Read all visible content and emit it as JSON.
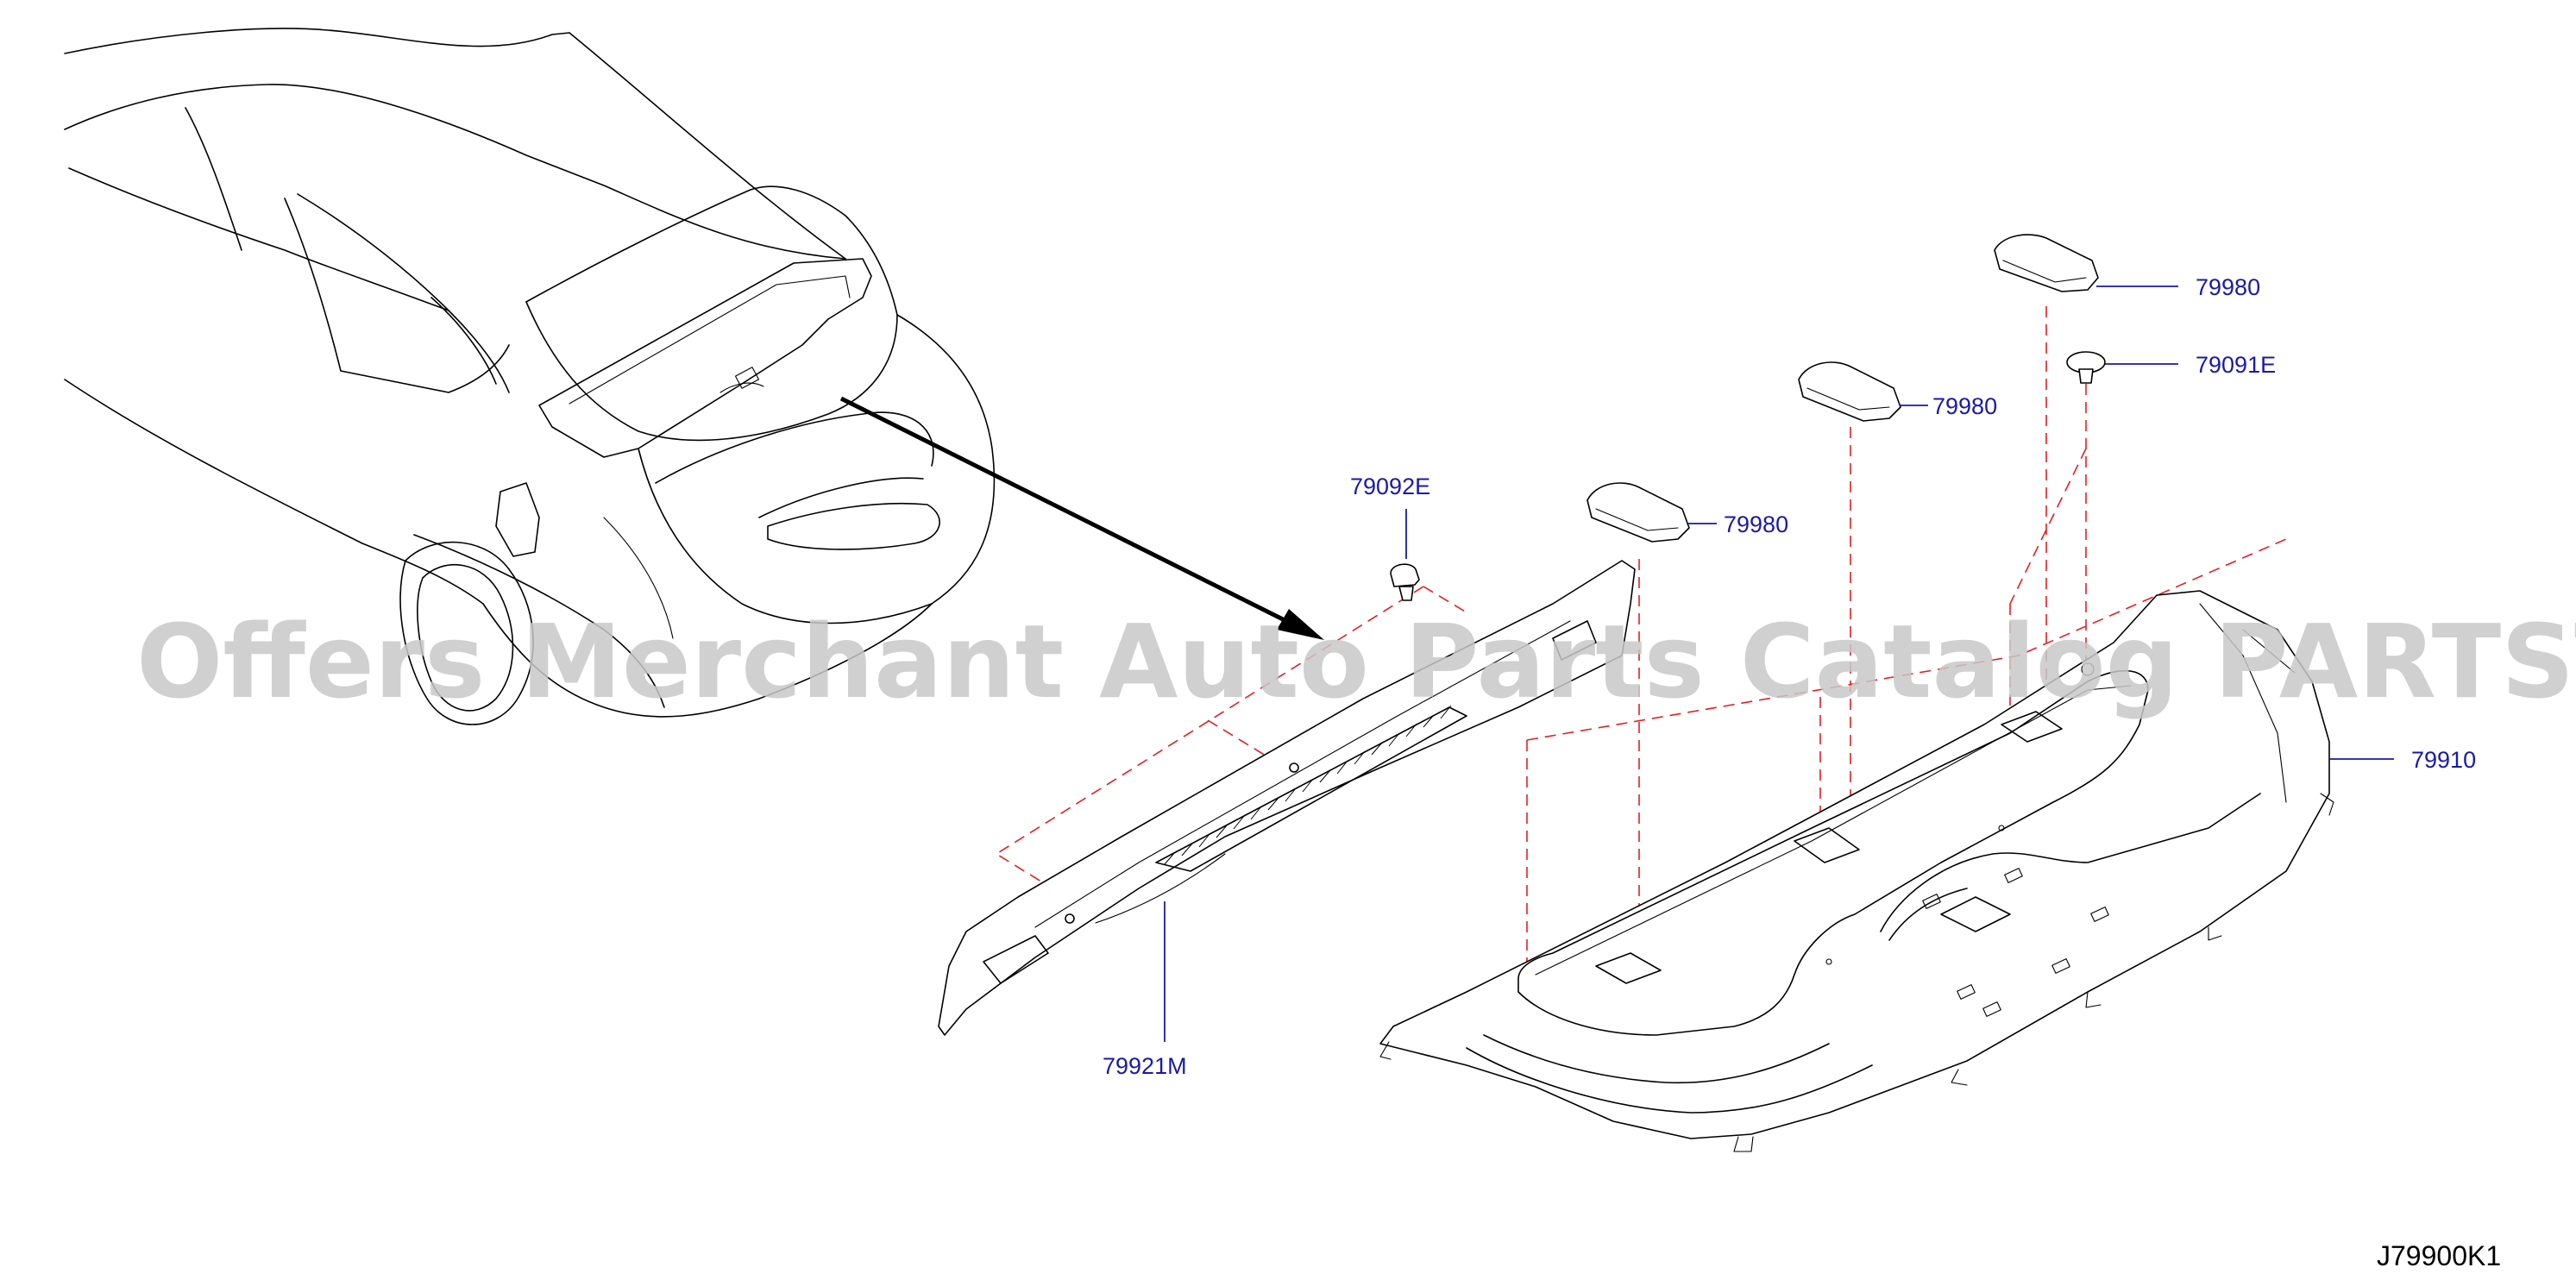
{
  "watermark": "Offers Merchant Auto Parts Catalog PARTSTORE.SA",
  "figure_code": "J79900K1",
  "callouts": {
    "clip_79092e": "79092E",
    "cover_79980_a": "79980",
    "cover_79980_b": "79980",
    "cover_79980_c": "79980",
    "clip_79091e": "79091E",
    "board_79910": "79910",
    "finisher_79921m": "79921M"
  },
  "colors": {
    "label_blue": "#1a1aa8",
    "dashed_red": "#e41f1f",
    "watermark_grey": "#c8c8c8"
  }
}
